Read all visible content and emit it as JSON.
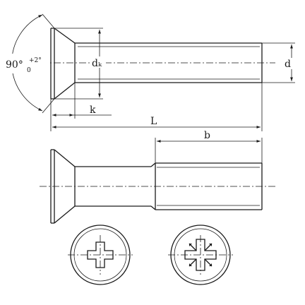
{
  "labels": {
    "angle": "90°",
    "angle_tol_upper": "+2°",
    "angle_tol_lower": "0",
    "dk": "dₖ",
    "d": "d",
    "k": "k",
    "L": "L",
    "b": "b"
  }
}
